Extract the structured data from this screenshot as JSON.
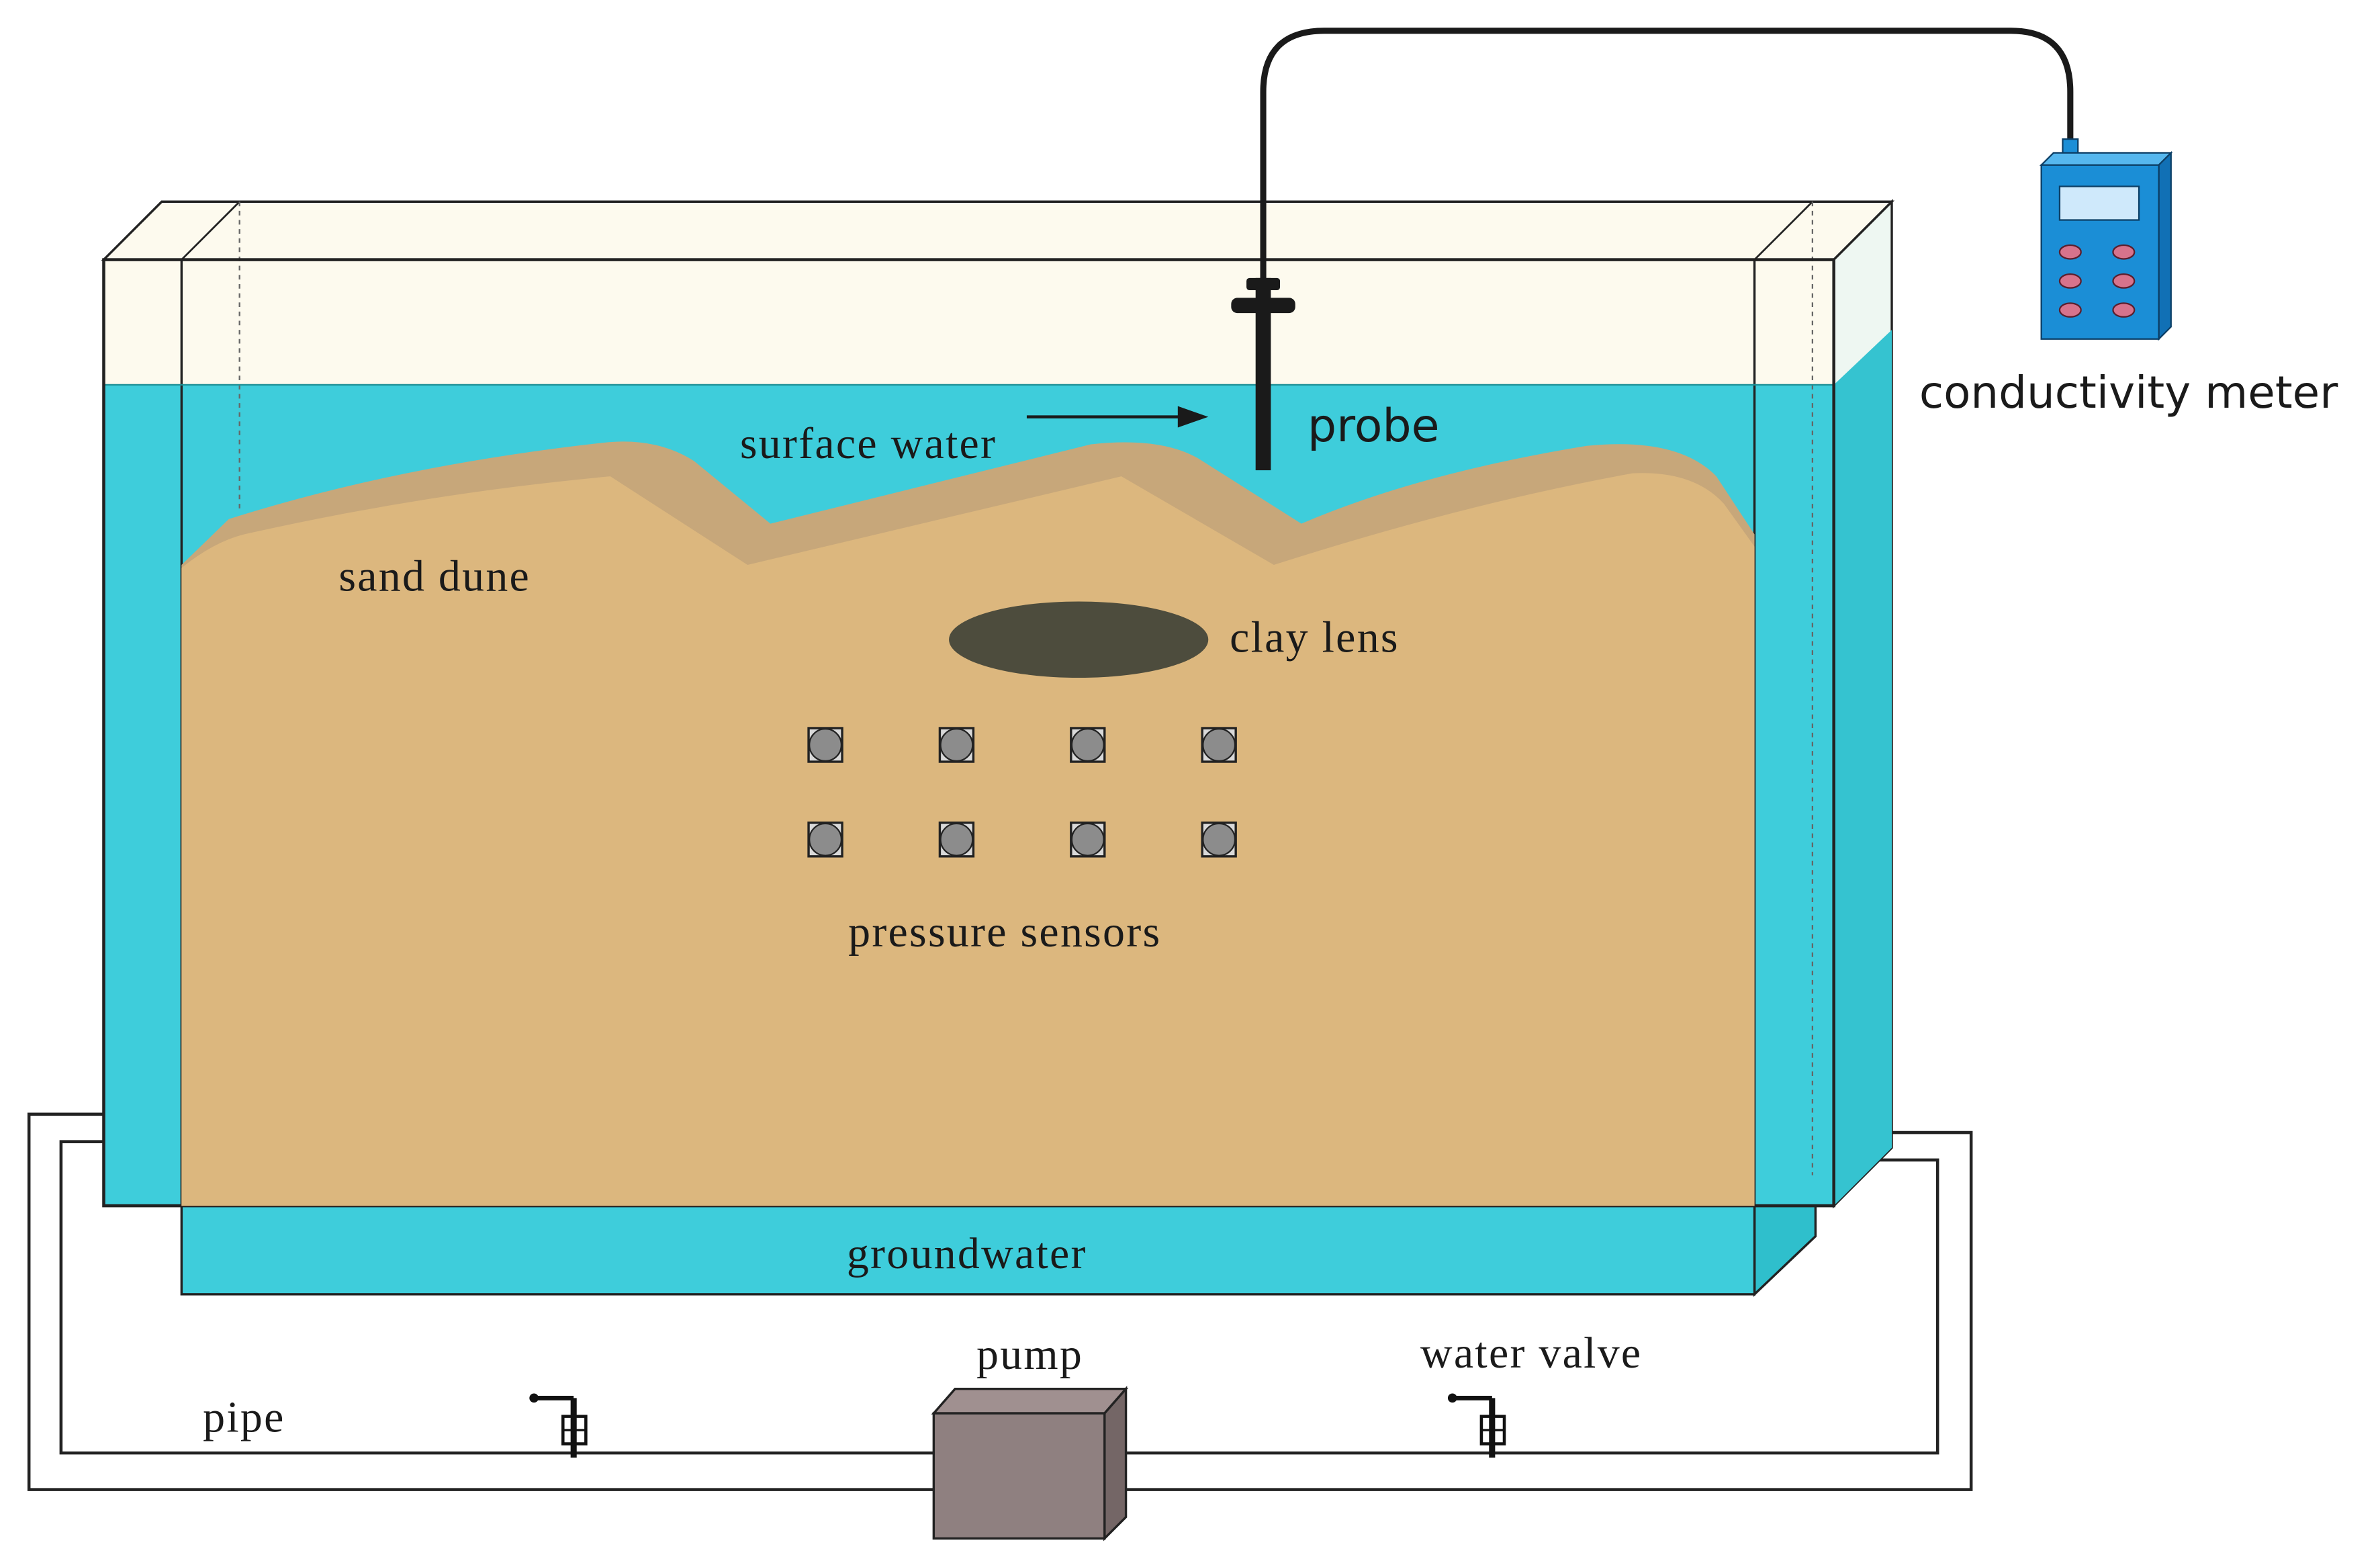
{
  "labels": {
    "surface_water": "surface water",
    "probe": "probe",
    "conductivity_meter": "conductivity meter",
    "sand_dune": "sand dune",
    "clay_lens": "clay lens",
    "pressure_sensors": "pressure sensors",
    "groundwater": "groundwater",
    "pump": "pump",
    "water_valve": "water valve",
    "pipe": "pipe"
  },
  "pressure_sensors": {
    "rows": 2,
    "cols": 4
  },
  "meter_buttons": {
    "rows": 3,
    "cols": 2
  },
  "colors": {
    "water": "#3ecddb",
    "water_surface": "#00a9a4",
    "sand": "#dcb77e",
    "sand_crest": "#c7a77a",
    "clay": "#4d4c3d",
    "tank_rim": "#fcf9ec",
    "meter_body": "#1b8ed6",
    "meter_button": "#d7738c",
    "pump_body": "#8f8080",
    "sensor": "#8c8c8c"
  },
  "icons": [
    "probe-icon",
    "conductivity-meter-icon",
    "pump-icon",
    "water-valve-icon",
    "pressure-sensor-icon"
  ]
}
